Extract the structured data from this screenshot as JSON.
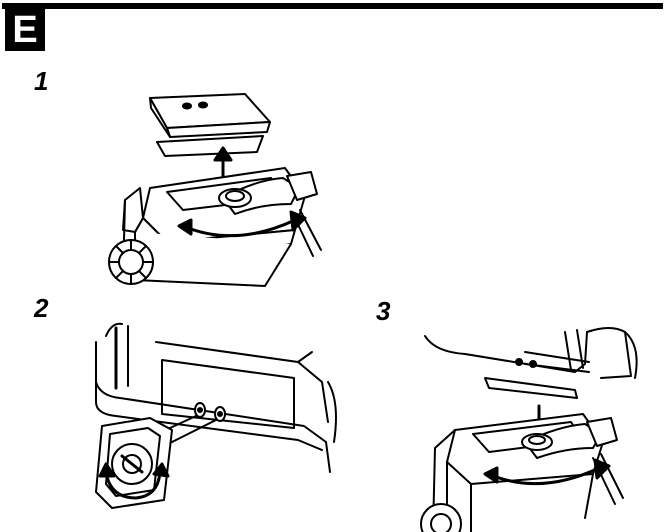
{
  "section": {
    "letter": "E"
  },
  "steps": [
    {
      "number": "1"
    },
    {
      "number": "2"
    },
    {
      "number": "3"
    }
  ]
}
